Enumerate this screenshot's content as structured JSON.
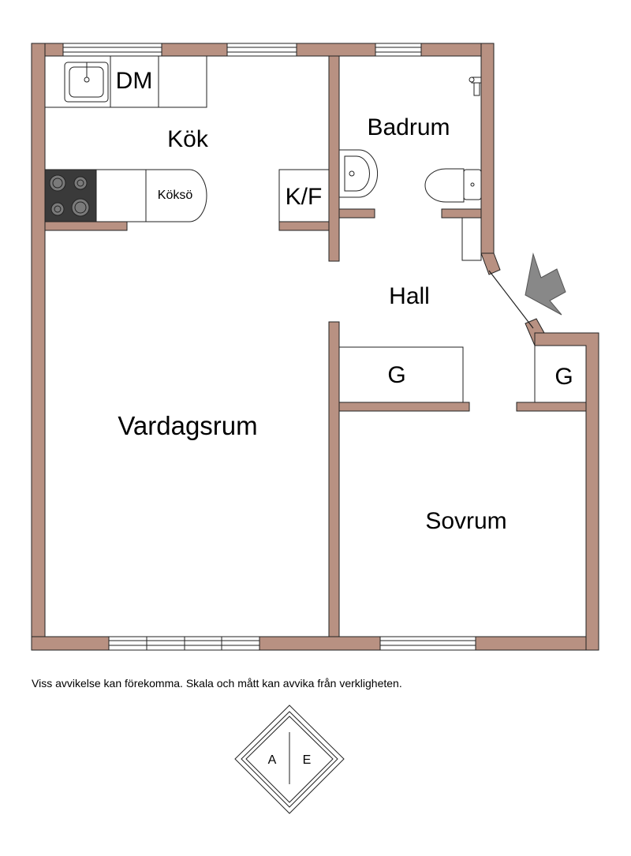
{
  "colors": {
    "wall": "#b89182",
    "outline": "#222222",
    "stove": "#3a3a3a",
    "arrow": "#888888"
  },
  "rooms": {
    "kok": "Kök",
    "badrum": "Badrum",
    "hall": "Hall",
    "vardagsrum": "Vardagsrum",
    "sovrum": "Sovrum",
    "garderob_hall": "G",
    "garderob_entre": "G"
  },
  "fixtures": {
    "diskmaskin": "DM",
    "kyl_frys": "K/F",
    "koksö": "Köksö"
  },
  "disclaimer": "Viss avvikelse kan förekomma. Skala och mått kan avvika från verkligheten.",
  "logo": {
    "left": "A",
    "right": "E"
  },
  "icons": {
    "entrance": "entrance-arrow-icon",
    "sink": "sink-icon",
    "stove": "stove-icon",
    "toilet": "toilet-icon",
    "washbasin": "washbasin-icon",
    "shower": "shower-icon"
  }
}
